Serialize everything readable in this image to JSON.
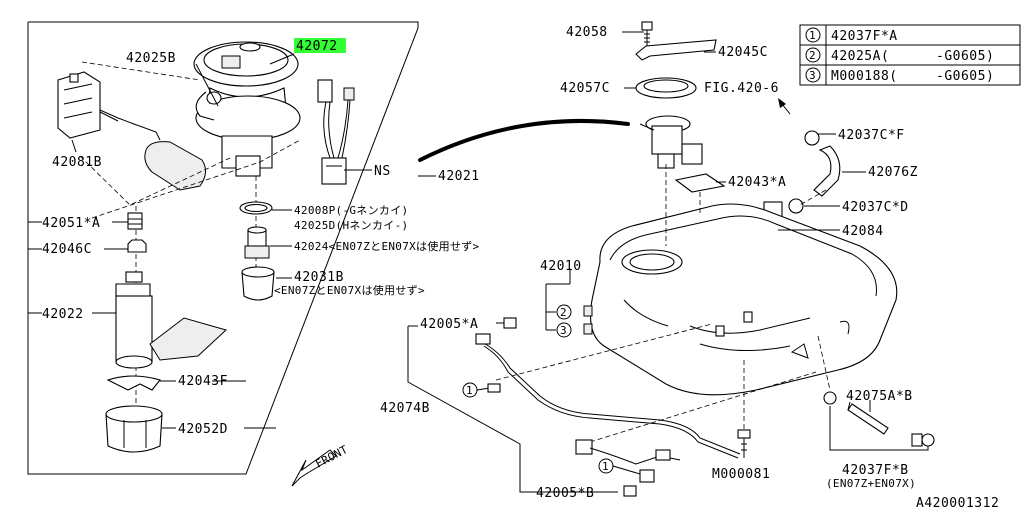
{
  "part_labels": {
    "p42025B": "42025B",
    "p42072": "42072",
    "p42081B": "42081B",
    "pNS": "NS",
    "p42021": "42021",
    "p42008P": "42008P(-Gネンカイ)",
    "p42025D": "42025D(Hネンカイ-)",
    "p42051A": "42051*A",
    "p42046C": "42046C",
    "p42024": "42024<EN07ZとEN07Xは使用せず>",
    "p42031B_a": "42031B",
    "p42031B_b": "<EN07ZとEN07Xは使用せず>",
    "p42022": "42022",
    "p42043F": "42043F",
    "p42052D": "42052D",
    "pFRONT": "FRONT",
    "p42058": "42058",
    "p42045C": "42045C",
    "p42057C": "42057C",
    "pFIG": "FIG.420-6",
    "p42037CF": "42037C*F",
    "p42076Z": "42076Z",
    "p42043A": "42043*A",
    "p42037CD": "42037C*D",
    "p42084": "42084",
    "p42010": "42010",
    "p42005A": "42005*A",
    "p42074B": "42074B",
    "p42075AB": "42075A*B",
    "p42037FB_a": "42037F*B",
    "p42037FB_b": "(EN07Z+EN07X)",
    "pM000081": "M000081",
    "p42005B": "42005*B",
    "pFooter": "A420001312"
  },
  "callout_markers": {
    "c2": "2",
    "c3": "3",
    "c1a": "1",
    "c1b": "1"
  },
  "legend": {
    "rows": [
      {
        "num": "1",
        "part": "42037F*A",
        "note": ""
      },
      {
        "num": "2",
        "part": "42025A(",
        "note": "-G0605)"
      },
      {
        "num": "3",
        "part": "M000188(",
        "note": "-G0605)"
      }
    ]
  },
  "colors": {
    "highlight": "#33ff33",
    "line": "#000000",
    "background": "#ffffff"
  }
}
